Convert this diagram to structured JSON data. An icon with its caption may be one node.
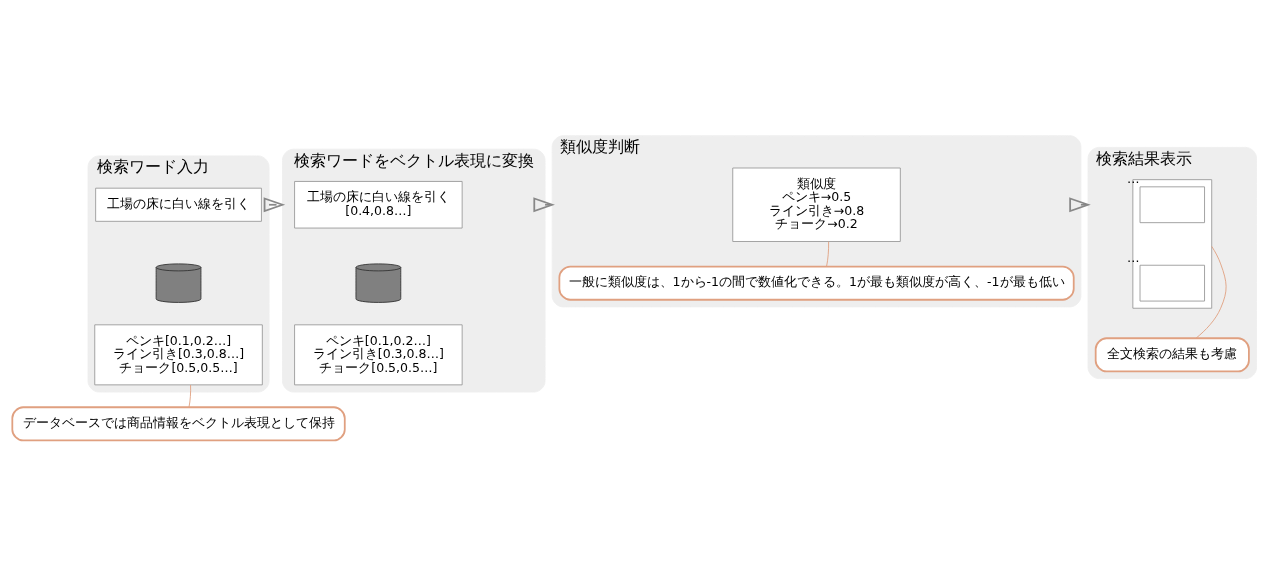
{
  "diagram": {
    "nodes": [
      {
        "text": [
          "検索ワード入力"
        ]
      },
      {
        "text": [
          "工場の床に白い線を引く"
        ],
        "in": 0
      },
      {
        "text": [],
        "shape": "cylinder",
        "in": 0
      },
      {
        "text": [
          "ペンキ[0.1,0.2…]",
          "ライン引き[0.3,0.8…]",
          "チョーク[0.5,0.5…]"
        ],
        "in": 0
      },
      {
        "text": [
          "データベースでは商品情報をベクトル表現として保持"
        ]
      },
      {
        "text": [
          "検索ワードをベクトル表現に変換"
        ]
      },
      {
        "text": [
          "工場の床に白い線を引く",
          "[0.4,0.8…]"
        ],
        "in": 5
      },
      {
        "text": [],
        "shape": "cylinder",
        "in": 5
      },
      {
        "text": [
          "ペンキ[0.1,0.2…]",
          "ライン引き[0.3,0.8…]",
          "チョーク[0.5,0.5…]"
        ],
        "in": 5
      },
      {
        "text": [
          "類似度判断"
        ]
      },
      {
        "text": [
          "類似度",
          "ペンキ→0.5",
          "ライン引き→0.8",
          "チョーク→0.2"
        ],
        "in": 9
      },
      {
        "text": [
          "一般に類似度は、1から-1の間で数値化できる。1が最も類似度が高く、-1が最も低い"
        ],
        "in": 9
      },
      {
        "text": [
          "検索結果表示"
        ]
      },
      {
        "text": [],
        "shape": "box",
        "in": 12
      },
      {
        "text": [],
        "shape": "box",
        "in": 13,
        "beside": [
          "…"
        ]
      },
      {
        "text": [],
        "shape": "box",
        "in": 13,
        "beside": [
          "…"
        ]
      },
      {
        "text": [
          "全文検索の結果も考慮"
        ],
        "in": 12
      }
    ],
    "edges": [
      {
        "from": 0,
        "to": 5,
        "arrow": "to"
      },
      {
        "from": 5,
        "to": 9,
        "arrow": "to"
      },
      {
        "from": 9,
        "to": 12,
        "arrow": "to"
      },
      {
        "from": 4,
        "to": 3,
        "arrow": "none"
      },
      {
        "from": 11,
        "to": 10,
        "arrow": "none"
      },
      {
        "from": 16,
        "to": 13,
        "arrow": "none"
      }
    ]
  }
}
